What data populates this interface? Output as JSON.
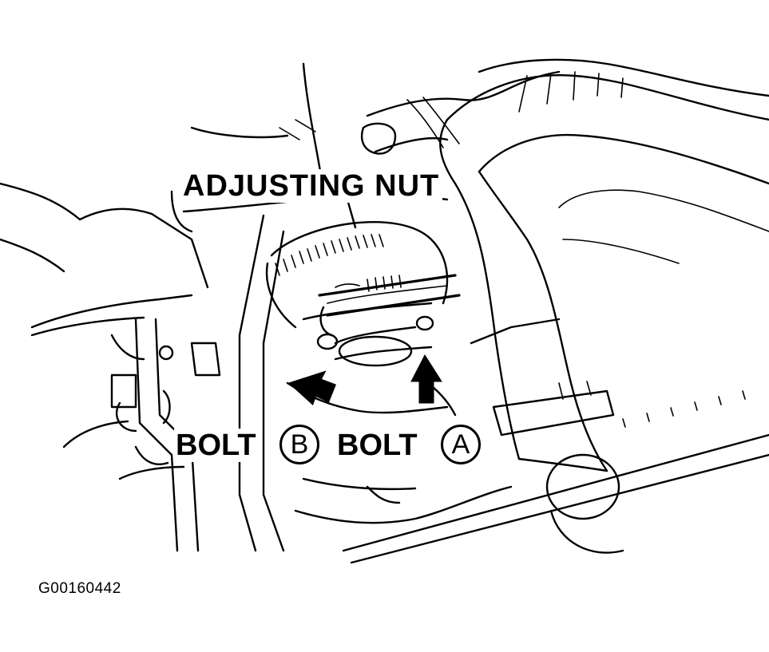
{
  "figure": {
    "id": "G00160442",
    "callouts": {
      "adjusting_nut": "ADJUSTING NUT",
      "bolt_b_word": "BOLT",
      "bolt_b_letter": "B",
      "bolt_a_word": "BOLT",
      "bolt_a_letter": "A"
    }
  },
  "colors": {
    "ink": "#000000",
    "paper": "#ffffff"
  }
}
